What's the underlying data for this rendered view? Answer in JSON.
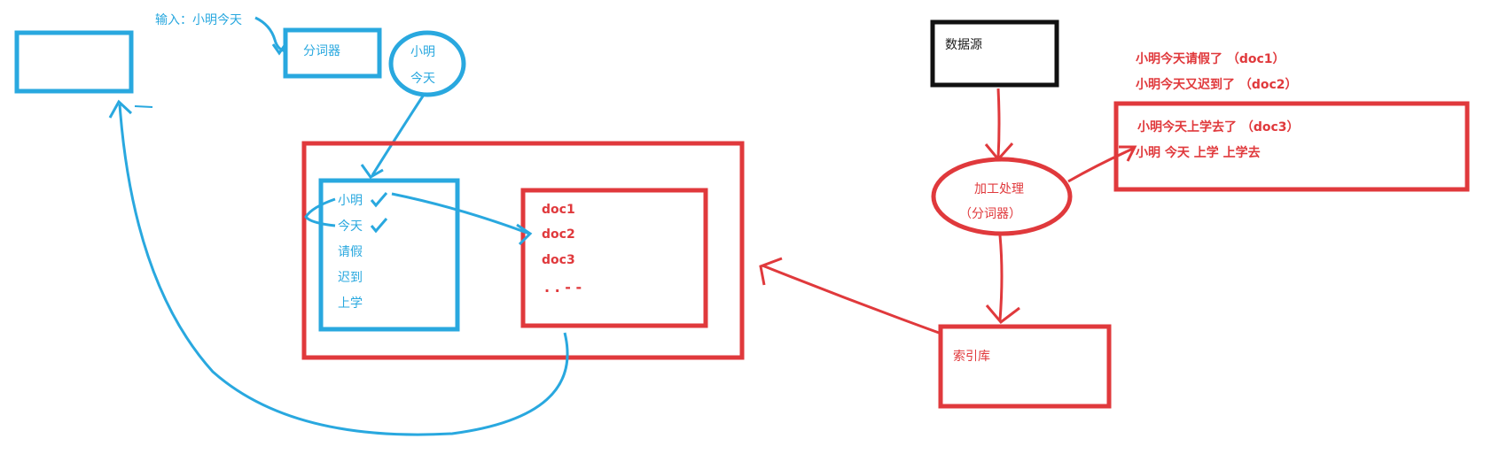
{
  "colors": {
    "blue": "#29a8df",
    "red": "#e0393c",
    "black": "#111111"
  },
  "left": {
    "input_label": "输入：小明今天",
    "tokenizer_label": "分词器",
    "token_bubble": [
      "小明",
      "今天"
    ],
    "terms": [
      "小明",
      "今天",
      "请假",
      "迟到",
      "上学"
    ],
    "postings": [
      "doc1",
      "doc2",
      "doc3"
    ],
    "postings_ellipsis": ". . - -"
  },
  "right": {
    "data_source_label": "数据源",
    "process_label": "加工处理",
    "process_sub_label": "（分词器）",
    "index_label": "索引库",
    "docs": [
      "小明今天请假了 （doc1）",
      "小明今天又迟到了 （doc2）"
    ],
    "doc3": "小明今天上学去了 （doc3）",
    "doc3_tokens": "小明  今天 上学  上学去"
  }
}
